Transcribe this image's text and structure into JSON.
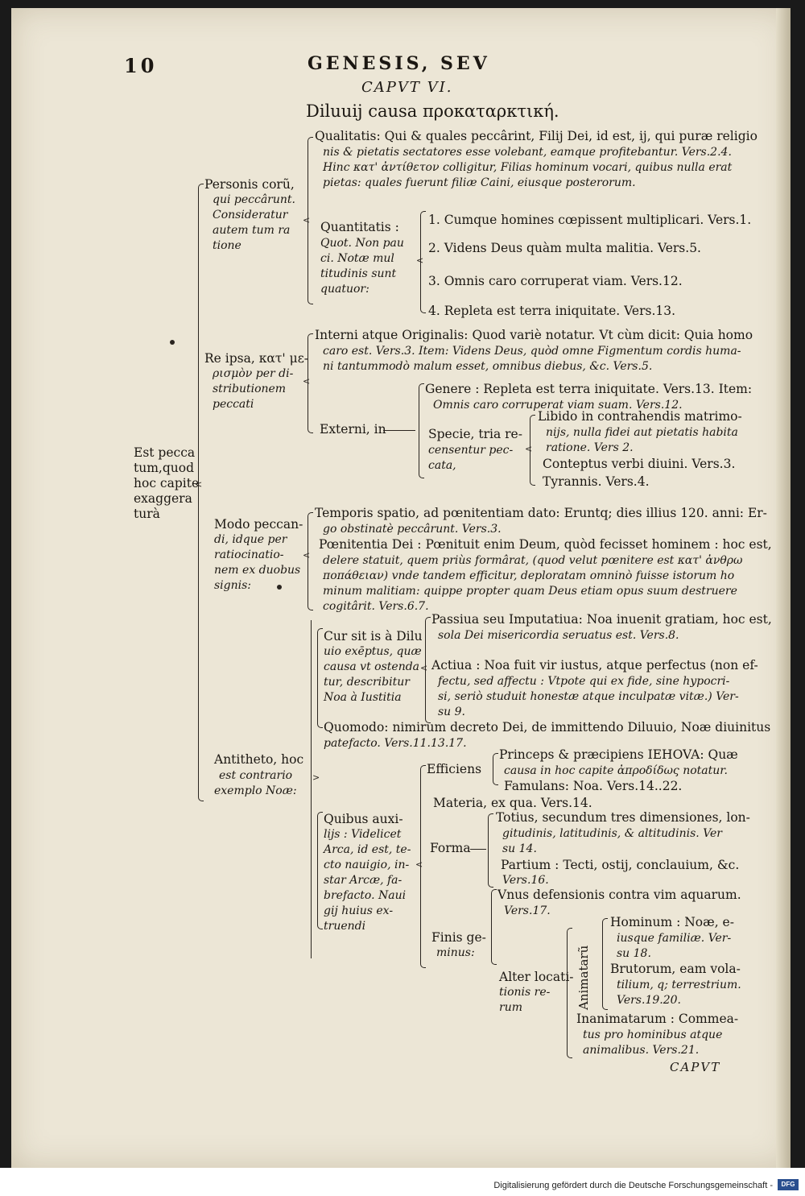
{
  "header": {
    "page_number": "10",
    "running_title": "GENESIS, SEV",
    "chapter": "CAPVT VI.",
    "title": "Diluuij causa προκαταρκτική."
  },
  "root": {
    "l1": "Est pecca",
    "l2": "tum,quod",
    "l3": "hoc capite",
    "l4": "exaggera",
    "l5": "turà"
  },
  "personis": {
    "l1": "Personis corũ,",
    "l2": "qui peccârunt.",
    "l3": "Consideratur",
    "l4": "autem tum ra",
    "l5": "tione"
  },
  "qualitatis": {
    "l1": "Qualitatis: Qui & quales peccârint, Filij Dei, id est, ij, qui puræ religio",
    "l2": "nis & pietatis sectatores esse volebant, eamque profitebantur. Vers.2.4.",
    "l3": "Hinc κατ' ἀντίθετον colligitur, Filias hominum vocari, quibus nulla erat",
    "l4": "pietas: quales fuerunt filiæ Caini, eiusque posterorum."
  },
  "quantitatis": {
    "l1": "Quantitatis :",
    "l2": "Quot. Non pau",
    "l3": "ci. Notæ mul",
    "l4": "titudinis sunt",
    "l5": "quatuor:"
  },
  "nota": [
    "1.  Cumque homines cœpissent multiplicari. Vers.1.",
    "2.  Videns Deus quàm multa malitia. Vers.5.",
    "3.  Omnis caro corruperat viam. Vers.12.",
    "4.  Repleta est terra iniquitate. Vers.13."
  ],
  "re_ipsa": {
    "l1": "Re ipsa, κατ' με-",
    "l2": "ρισμὸν per di-",
    "l3": "stributionem",
    "l4": "peccati"
  },
  "interni": {
    "l1": "Interni atque Originalis: Quod variè notatur. Vt cùm dicit: Quia homo",
    "l2": "caro est. Vers.3. Item: Videns Deus, quòd omne Figmentum cordis huma-",
    "l3": "ni tantummodò malum esset, omnibus diebus, &c. Vers.5."
  },
  "externi": "Externi, in",
  "genere": {
    "l1": "Genere : Repleta est terra iniquitate. Vers.13. Item:",
    "l2": "Omnis caro corruperat viam suam. Vers.12."
  },
  "specie": {
    "l1": "Specie, tria re-",
    "l2": "censentur pec-",
    "l3": "cata,"
  },
  "libido": {
    "l1": "Libido in contrahendis matrimo-",
    "l2": "nijs, nulla fidei aut pietatis habita",
    "l3": "ratione. Vers 2."
  },
  "conteptus": "Conteptus verbi diuini. Vers.3.",
  "tyrannis": "Tyrannis. Vers.4.",
  "modo": {
    "l1": "Modo peccan-",
    "l2": "di, idque per",
    "l3": "ratiocinatio-",
    "l4": "nem ex duobus",
    "l5": "signis:"
  },
  "temporis": {
    "l1": "Temporis spatio, ad pœnitentiam dato: Eruntq; dies illius 120. anni: Er-",
    "l2": "go obstinatè peccârunt. Vers.3."
  },
  "poenitentia": {
    "l1": "Pœnitentia Dei : Pœnituit enim Deum, quòd fecisset hominem : hoc est,",
    "l2": "delere statuit, quem priùs formârat, (quod velut pœnitere est κατ' ἀνθρω",
    "l3": "ποπάθειαν) vnde tandem efficitur, deploratam omninò fuisse istorum ho",
    "l4": "minum malitiam: quippe propter quam Deus etiam opus suum destruere",
    "l5": "cogitârit. Vers.6.7."
  },
  "cur": {
    "l1": "Cur sit is à Dilu",
    "l2": "uio exēptus, quæ",
    "l3": "causa vt ostenda",
    "l4": "tur, describitur",
    "l5": "Noa à Iustitia"
  },
  "passiua": {
    "l1": "Passiua seu Imputatiua: Noa inuenit gratiam, hoc est,",
    "l2": "sola Dei misericordia seruatus est. Vers.8."
  },
  "actiua": {
    "l1": "Actiua : Noa fuit vir iustus, atque perfectus (non ef-",
    "l2": "fectu, sed affectu : Vtpote qui ex fide, sine hypocri-",
    "l3": "si, seriò studuit honestæ atque inculpatæ vitæ.) Ver-",
    "l4": "su 9."
  },
  "quomodo": {
    "l1": "Quomodo: nimirum decreto Dei, de immittendo Diluuio, Noæ diuinitus",
    "l2": "patefacto. Vers.11.13.17."
  },
  "antitheto": {
    "l1": "Antitheto, hoc",
    "l2": "est contrario",
    "l3": "exemplo Noæ:"
  },
  "quibus": {
    "l1": "Quibus auxi-",
    "l2": "lijs : Videlicet",
    "l3": "Arca, id est, te-",
    "l4": "cto nauigio, in-",
    "l5": "star Arcæ, fa-",
    "l6": "brefacto. Naui",
    "l7": "gij huius ex-",
    "l8": "truendi"
  },
  "efficiens": "Efficiens",
  "princeps": {
    "l1": "Princeps & præcipiens IEHOVA: Quæ",
    "l2": "causa in hoc capite ἀπροδίδως notatur."
  },
  "famulans": "Famulans: Noa. Vers.14..22.",
  "materia": "Materia, ex qua. Vers.14.",
  "forma": "Forma",
  "totius": {
    "l1": "Totius, secundum tres dimensiones, lon-",
    "l2": "gitudinis, latitudinis, & altitudinis. Ver",
    "l3": "su 14."
  },
  "partium": {
    "l1": "Partium : Tecti, ostij, conclauium, &c.",
    "l2": "Vers.16."
  },
  "vnus": {
    "l1": "Vnus defensionis contra vim aquarum.",
    "l2": "Vers.17."
  },
  "finis": {
    "l1": "Finis ge-",
    "l2": "minus:"
  },
  "alter": {
    "l1": "Alter locati-",
    "l2": "tionis re-",
    "l3": "rum"
  },
  "animatarum": "Animatarũ",
  "hominum": {
    "l1": "Hominum : Noæ, e-",
    "l2": "iusque familiæ. Ver-",
    "l3": "su 18."
  },
  "brutorum": {
    "l1": "Brutorum, eam vola-",
    "l2": "tilium, q; terrestrium.",
    "l3": "Vers.19.20."
  },
  "inanimatarum": {
    "l1": "Inanimatarum : Commea-",
    "l2": "tus pro hominibus atque",
    "l3": "animalibus. Vers.21."
  },
  "catchword": "CAPVT",
  "footer": {
    "text": "Digitalisierung gefördert durch die Deutsche Forschungsgemeinschaft -",
    "badge": "DFG"
  }
}
